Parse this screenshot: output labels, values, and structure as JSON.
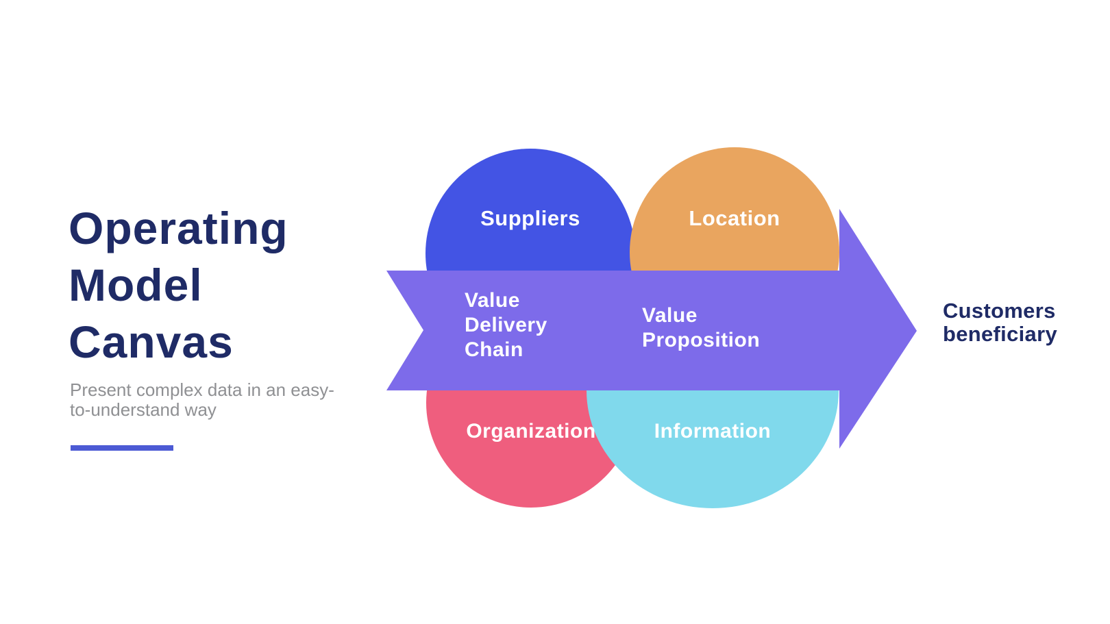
{
  "intro": {
    "title": "Operating\nModel\nCanvas",
    "subtitle": "Present complex data in an easy-\nto-understand way"
  },
  "diagram": {
    "nodes": [
      {
        "id": "suppliers",
        "label": "Suppliers",
        "color": "#4354e4"
      },
      {
        "id": "location",
        "label": "Location",
        "color": "#e9a55f"
      },
      {
        "id": "organization",
        "label": "Organization",
        "color": "#ef5e7e"
      },
      {
        "id": "information",
        "label": "Information",
        "color": "#80d9ec"
      }
    ],
    "arrow": {
      "color": "#7d6bea",
      "segments": [
        "Value\nDelivery\nChain",
        "Value\nProposition"
      ]
    },
    "outcome_label": "Customers\nbeneficiary",
    "label_color_on_shapes": "#ffffff"
  },
  "theme": {
    "background": "#ffffff",
    "title_color": "#1f2b66",
    "subtitle_color": "#8f9093",
    "accent_color": "#4c5ad4"
  }
}
